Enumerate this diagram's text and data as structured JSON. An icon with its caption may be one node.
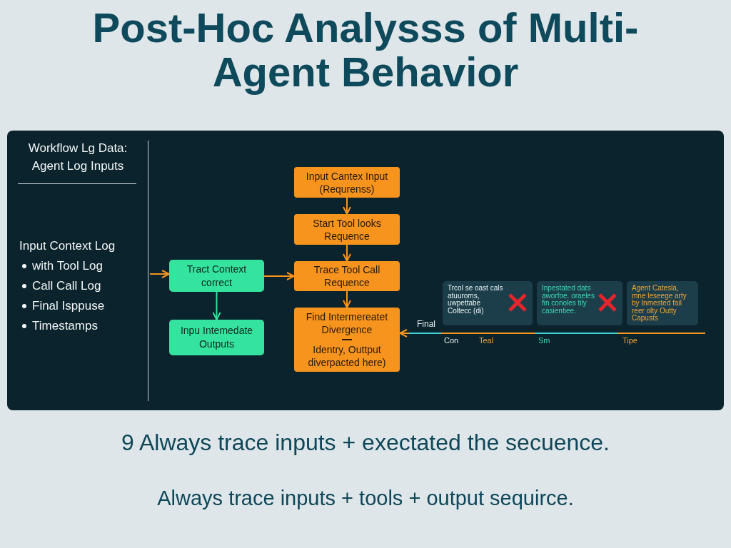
{
  "diagram": {
    "title": "Post-Hoc Analysss of Multi-Agent Behavior",
    "nodes": [
      {
        "text": [
          "Workflow Lg Data: Agent Log Inputs",
          "Input Context Log",
          "with Tool Log",
          "Call Call Log",
          "Final Isppuse",
          "Timestamps"
        ]
      },
      {
        "text": [
          "Input Cantex Input (Requrenss)"
        ],
        "in": 0
      },
      {
        "text": [
          "Start Tool looks Requence"
        ],
        "in": 0
      },
      {
        "text": [
          "Tract Context correct"
        ],
        "in": 0
      },
      {
        "text": [
          "Trace Tool Call Requence"
        ],
        "in": 0
      },
      {
        "text": [
          "Inpu Intemedate Outputs"
        ],
        "in": 0
      },
      {
        "text": [
          "Find Intermereatet Divergence",
          "Identry, Outtput diverpacted here)"
        ],
        "in": 0
      },
      {
        "text": [
          "Trcol se oast cals atuuroms, uwpettabe Coltecc (di)"
        ],
        "in": 0
      },
      {
        "text": [
          "Inpestated dats aworfoe. oraeles fin conoles tily casientiee."
        ],
        "in": 0
      },
      {
        "text": [
          "Agent Catesla, mne leseege arty by Inmested fail reer olty Outty Capusts"
        ],
        "in": 0
      }
    ],
    "edges": [
      {
        "from": 1,
        "to": 2,
        "arrow": "to"
      },
      {
        "from": 2,
        "to": 4,
        "arrow": "to"
      },
      {
        "from": null,
        "to": 3,
        "arrow": "to"
      },
      {
        "from": 3,
        "to": 4,
        "arrow": "to"
      },
      {
        "from": 3,
        "to": 5,
        "arrow": "to",
        "color": "#34e39e"
      },
      {
        "from": 4,
        "to": 6,
        "arrow": "to"
      },
      {
        "from": null,
        "to": 6,
        "arrow": "to"
      }
    ],
    "labels": [
      "Final",
      "Con",
      "Teal",
      "Sm",
      "Tipe",
      "9 Always trace inputs + exectated the secuence.",
      "Always trace inputs + tools + output sequirce."
    ]
  }
}
